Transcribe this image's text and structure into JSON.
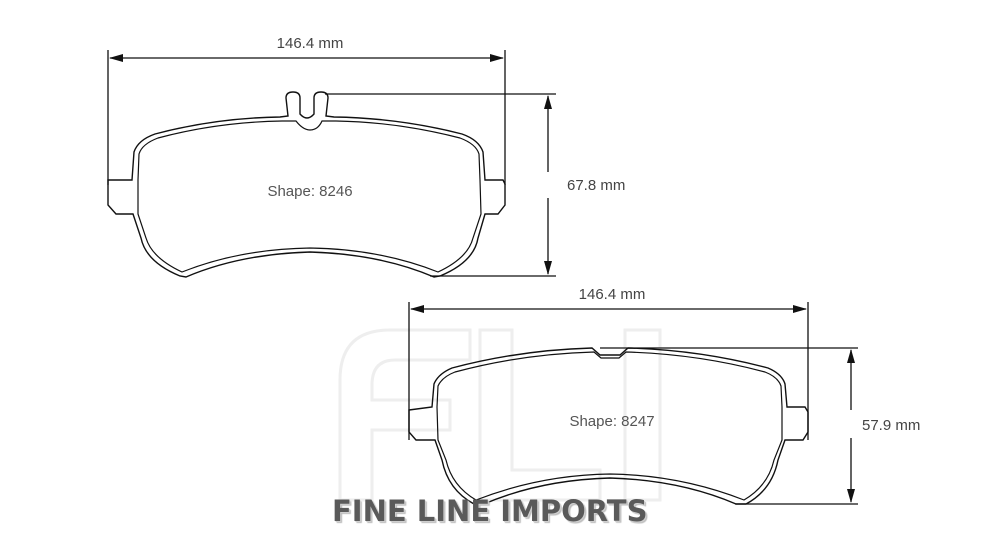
{
  "diagram": {
    "pads": [
      {
        "shape_label": "Shape: 8246",
        "width_label": "146.4 mm",
        "height_label": "67.8 mm"
      },
      {
        "shape_label": "Shape: 8247",
        "width_label": "146.4 mm",
        "height_label": "57.9 mm"
      }
    ],
    "watermark": "FLI",
    "logo_text": "FINE LINE IMPORTS",
    "colors": {
      "outline": "#1a1a1a",
      "text": "#444444",
      "watermark": "#f1f1f1",
      "logo": "#5a5a5a"
    }
  }
}
